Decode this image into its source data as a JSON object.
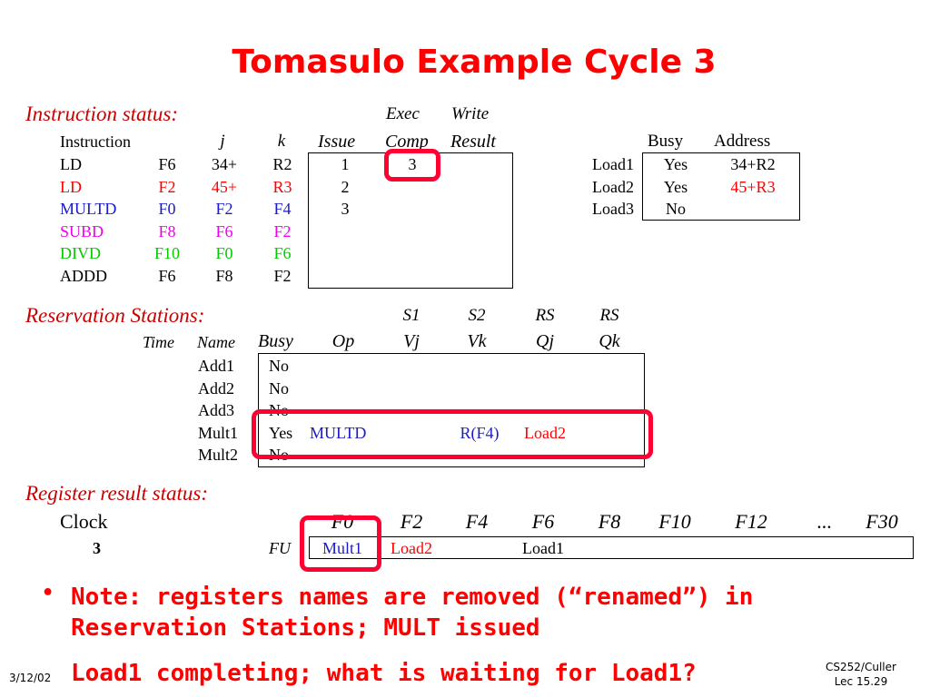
{
  "title": "Tomasulo Example Cycle 3",
  "colors": {
    "accent": "#ff0000",
    "red": "#ff0000",
    "blue": "#1a1acc",
    "magenta": "#ee00ee",
    "green": "#00cc00",
    "highlight": "#ff0033"
  },
  "instruction_status": {
    "label": "Instruction status:",
    "exec_label": "Exec",
    "write_label": "Write",
    "headers": {
      "instruction": "Instruction",
      "j": "j",
      "k": "k",
      "issue": "Issue",
      "comp": "Comp",
      "result": "Result"
    },
    "rows": [
      {
        "op": "LD",
        "dest": "F6",
        "j": "34+",
        "k": "R2",
        "issue": "1",
        "comp": "3",
        "result": "",
        "color": "#000000"
      },
      {
        "op": "LD",
        "dest": "F2",
        "j": "45+",
        "k": "R3",
        "issue": "2",
        "comp": "",
        "result": "",
        "color": "#ff0000"
      },
      {
        "op": "MULTD",
        "dest": "F0",
        "j": "F2",
        "k": "F4",
        "issue": "3",
        "comp": "",
        "result": "",
        "color": "#1a1acc"
      },
      {
        "op": "SUBD",
        "dest": "F8",
        "j": "F6",
        "k": "F2",
        "issue": "",
        "comp": "",
        "result": "",
        "color": "#ee00ee"
      },
      {
        "op": "DIVD",
        "dest": "F10",
        "j": "F0",
        "k": "F6",
        "issue": "",
        "comp": "",
        "result": "",
        "color": "#00cc00"
      },
      {
        "op": "ADDD",
        "dest": "F6",
        "j": "F8",
        "k": "F2",
        "issue": "",
        "comp": "",
        "result": "",
        "color": "#000000"
      }
    ]
  },
  "load_buffers": {
    "headers": {
      "busy": "Busy",
      "address": "Address"
    },
    "rows": [
      {
        "name": "Load1",
        "busy": "Yes",
        "address": "34+R2",
        "address_color": "#000000"
      },
      {
        "name": "Load2",
        "busy": "Yes",
        "address": "45+R3",
        "address_color": "#ff0000"
      },
      {
        "name": "Load3",
        "busy": "No",
        "address": "",
        "address_color": "#000000"
      }
    ]
  },
  "reservation_stations": {
    "label": "Reservation Stations:",
    "group_headers": {
      "s1": "S1",
      "s2": "S2",
      "rs1": "RS",
      "rs2": "RS"
    },
    "headers": {
      "time": "Time",
      "name": "Name",
      "busy": "Busy",
      "op": "Op",
      "vj": "Vj",
      "vk": "Vk",
      "qj": "Qj",
      "qk": "Qk"
    },
    "rows": [
      {
        "name": "Add1",
        "busy": "No",
        "op": "",
        "vj": "",
        "vk": "",
        "qj": "",
        "qk": ""
      },
      {
        "name": "Add2",
        "busy": "No",
        "op": "",
        "vj": "",
        "vk": "",
        "qj": "",
        "qk": ""
      },
      {
        "name": "Add3",
        "busy": "No",
        "op": "",
        "vj": "",
        "vk": "",
        "qj": "",
        "qk": ""
      },
      {
        "name": "Mult1",
        "busy": "Yes",
        "op": "MULTD",
        "vj": "",
        "vk": "R(F4)",
        "qj": "Load2",
        "qk": ""
      },
      {
        "name": "Mult2",
        "busy": "No",
        "op": "",
        "vj": "",
        "vk": "",
        "qj": "",
        "qk": ""
      }
    ]
  },
  "register_status": {
    "label": "Register result status:",
    "clock_label": "Clock",
    "clock_value": "3",
    "fu_label": "FU",
    "registers": [
      {
        "name": "F0",
        "fu": "Mult1",
        "color": "#1a1acc"
      },
      {
        "name": "F2",
        "fu": "Load2",
        "color": "#ff0000"
      },
      {
        "name": "F4",
        "fu": "",
        "color": "#000000"
      },
      {
        "name": "F6",
        "fu": "Load1",
        "color": "#000000"
      },
      {
        "name": "F8",
        "fu": "",
        "color": "#000000"
      },
      {
        "name": "F10",
        "fu": "",
        "color": "#000000"
      },
      {
        "name": "F12",
        "fu": "",
        "color": "#000000"
      },
      {
        "name": "...",
        "fu": "",
        "color": "#000000"
      },
      {
        "name": "F30",
        "fu": "",
        "color": "#000000"
      }
    ]
  },
  "notes": [
    "Note: registers names are removed (“renamed”) in Reservation Stations; MULT issued",
    "Load1 completing; what is waiting for Load1?"
  ],
  "footer": {
    "date": "3/12/02",
    "course": "CS252/Culler",
    "lecture": "Lec 15.29"
  }
}
